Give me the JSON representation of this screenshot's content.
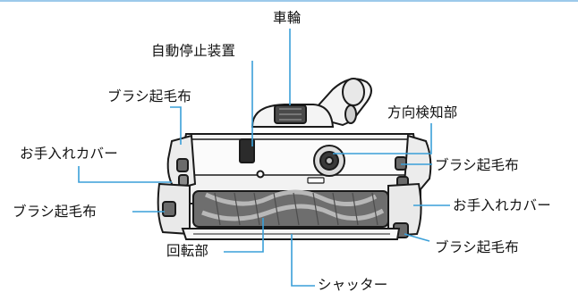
{
  "diagram": {
    "labels": {
      "wheel": "車輪",
      "auto_stop": "自動停止装置",
      "brush_top_left": "ブラシ起毛布",
      "direction_detect": "方向検知部",
      "cover_left": "お手入れカバー",
      "brush_right_upper": "ブラシ起毛布",
      "brush_left_lower": "ブラシ起毛布",
      "cover_right": "お手入れカバー",
      "rotor": "回転部",
      "brush_right_lower": "ブラシ起毛布",
      "shutter": "シャッター"
    },
    "colors": {
      "leader": "#3a9fd8",
      "outline": "#1a1a1a",
      "body": "#f2f2f2",
      "rotor": "#6e6e6e",
      "top_rule": "#9cc9ea"
    }
  }
}
